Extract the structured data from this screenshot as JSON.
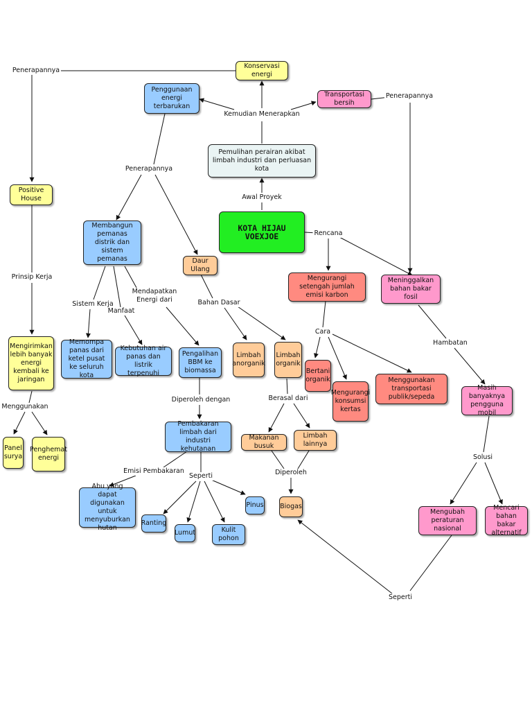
{
  "nodes": {
    "konservasi_energi": "Konservasi energi",
    "penggunaan_energi": "Penggunaan energi terbarukan",
    "transportasi_bersih": "Transportasi bersih",
    "pemulihan": "Pemulihan perairan akibat limbah industri dan perluasan kota",
    "positive_house": "Positive House",
    "kota_hijau": "KOTA HIJAU VOEXJOE",
    "membangun_pemanas": "Membangun pemanas distrik dan sistem pemanas",
    "daur_ulang": "Daur Ulang",
    "mengurangi_emisi": "Mengurangi setengah jumlah emisi karbon",
    "meninggalkan_bahan": "Meninggalkan bahan bakar fosil",
    "mengirimkan": "Mengirimkan lebih banyak energi kembali ke jaringan",
    "memompa": "Memompa panas dari ketel pusat ke seluruh kota",
    "kebutuhan_air": "Kebutuhan air panas dan listrik terpenuhi",
    "pengalihan_bbm": "Pengalihan BBM ke biomassa",
    "limbah_anorganik": "Limbah anorganik",
    "limbah_organik": "Limbah organik",
    "bertani_organik": "Bertani organik",
    "mengurangi_kertas": "Mengurangi konsumsi kertas",
    "menggunakan_transportasi": "Menggunakan transportasi publik/sepeda",
    "masih_banyak": "Masih banyaknya pengguna mobil",
    "panel_surya": "Panel surya",
    "penghemat_energi": "Penghemat energi",
    "pembakaran": "Pembakaran limbah dari industri kehutanan",
    "makanan_busuk": "Makanan busuk",
    "limbah_lainnya": "Limbah lainnya",
    "abu": "Abu yang dapat digunakan untuk menyuburkan hutan",
    "ranting": "Ranting",
    "lumut": "Lumut",
    "kulit_pohon": "Kulit pohon",
    "pinus": "Pinus",
    "biogas": "Biogas",
    "mengubah_peraturan": "Mengubah peraturan nasional",
    "mencari_bahan": "Mencari bahan bakar alternatif"
  },
  "labels": {
    "penerapannya_left": "Penerapannya",
    "penerapannya_right": "Penerapannya",
    "kemudian_menerapkan": "Kemudian Menerapkan",
    "penerapannya_mid": "Penerapannya",
    "awal_proyek": "Awal Proyek",
    "rencana": "Rencana",
    "prinsip_kerja": "Prinsip Kerja",
    "sistem_kerja": "Sistem Kerja",
    "manfaat": "Manfaat",
    "mendapatkan_energi": "Mendapatkan Energi dari",
    "bahan_dasar": "Bahan Dasar",
    "cara": "Cara",
    "hambatan": "Hambatan",
    "menggunakan": "Menggunakan",
    "diperoleh_dengan": "Diperoleh dengan",
    "berasal_dari": "Berasal dari",
    "solusi": "Solusi",
    "emisi_pembakaran": "Emisi Pembakaran",
    "seperti_mid": "Seperti",
    "diperoleh": "Diperoleh",
    "seperti_bottom": "Seperti"
  },
  "colors": {
    "yellow": "#ffff99",
    "blue": "#99ccff",
    "pink": "#ff99cc",
    "salmon": "#ff8a80",
    "peach": "#ffcc99",
    "green": "#22ee22",
    "pale": "#eaf4f4"
  }
}
